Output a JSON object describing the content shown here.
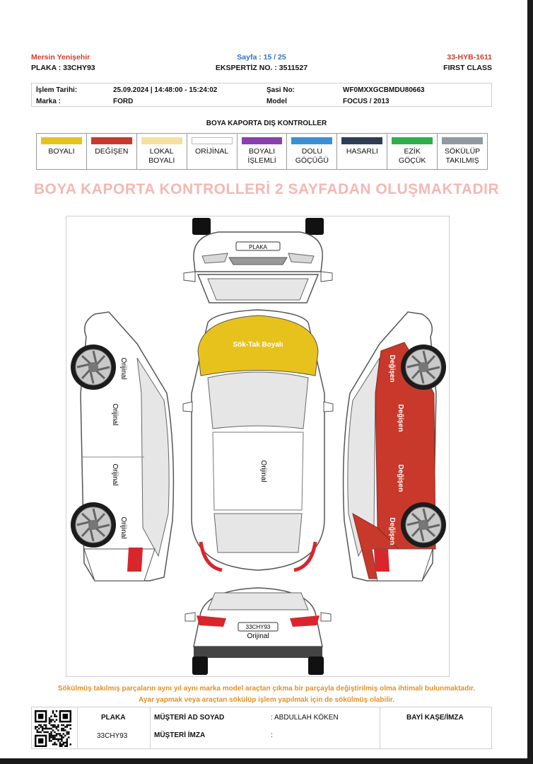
{
  "header": {
    "branch": "Mersin Yenişehir",
    "plate_line": "PLAKA : 33CHY93",
    "page_line": "Sayfa : 15 / 25",
    "expertiz_line": "EKSPERTİZ NO. : 3511527",
    "code": "33-HYB-1611",
    "package": "FIRST CLASS"
  },
  "info": {
    "date_label": "İşlem Tarihi:",
    "date_value": "25.09.2024 | 14:48:00 - 15:24:02",
    "chassis_label": "Şasi No:",
    "chassis_value": "WF0MXXGCBMDU80663",
    "brand_label": "Marka :",
    "brand_value": "FORD",
    "model_label": "Model",
    "model_value": "FOCUS / 2013"
  },
  "legend": {
    "title": "BOYA KAPORTA DIŞ KONTROLLER",
    "items": [
      {
        "label": "BOYALI",
        "color": "#e8c21c"
      },
      {
        "label": "DEĞİŞEN",
        "color": "#c8392b"
      },
      {
        "label": "LOKAL\nBOYALI",
        "color": "#f6dfa0"
      },
      {
        "label": "ORİJİNAL",
        "color": "#ffffff"
      },
      {
        "label": "BOYALI\nİŞLEMLİ",
        "color": "#8a3fb0"
      },
      {
        "label": "DOLU\nGÖÇÜĞÜ",
        "color": "#3a8fd6"
      },
      {
        "label": "HASARLI",
        "color": "#2e3d56"
      },
      {
        "label": "EZİK\nGÖÇÜK",
        "color": "#2fae4a"
      },
      {
        "label": "SÖKÜLÜP\nTAKILMIŞ",
        "color": "#8f9a9f"
      }
    ]
  },
  "banner": "BOYA KAPORTA KONTROLLERİ 2 SAYFADAN OLUŞMAKTADIR",
  "diagram": {
    "hood_label": "Sök-Tak Boyalı",
    "roof_label": "Orijinal",
    "rear_label": "Orijinal",
    "front_plate": "PLAKA",
    "rear_plate": "33CHY93",
    "left_labels": [
      "Orijinal",
      "Orijinal",
      "Orijinal",
      "Orijinal"
    ],
    "right_labels": [
      "Değişen",
      "Değişen",
      "Değişen",
      "Değişen"
    ],
    "colors": {
      "hood": "#e8c21c",
      "changed": "#c8392b",
      "trim_red": "#d8262c"
    }
  },
  "warning": {
    "line1": "Sökülmüş takılmış parçaların aynı yıl aynı marka model araçtan çıkma bir parçayla değiştirilmiş olma ihtimali bulunmaktadır.",
    "line2": "Ayar yapmak veya araçtan sökülüp işlem yapılmak için de sökülmüş olabilir."
  },
  "footer": {
    "plate_label": "PLAKA",
    "plate_value": "33CHY93",
    "customer_label": "MÜŞTERİ AD SOYAD",
    "customer_value": ": ABDULLAH KÖKEN",
    "signature_label": "MÜŞTERİ İMZA",
    "signature_value": ":",
    "dealer_label": "BAYİ KAŞE/İMZA"
  }
}
